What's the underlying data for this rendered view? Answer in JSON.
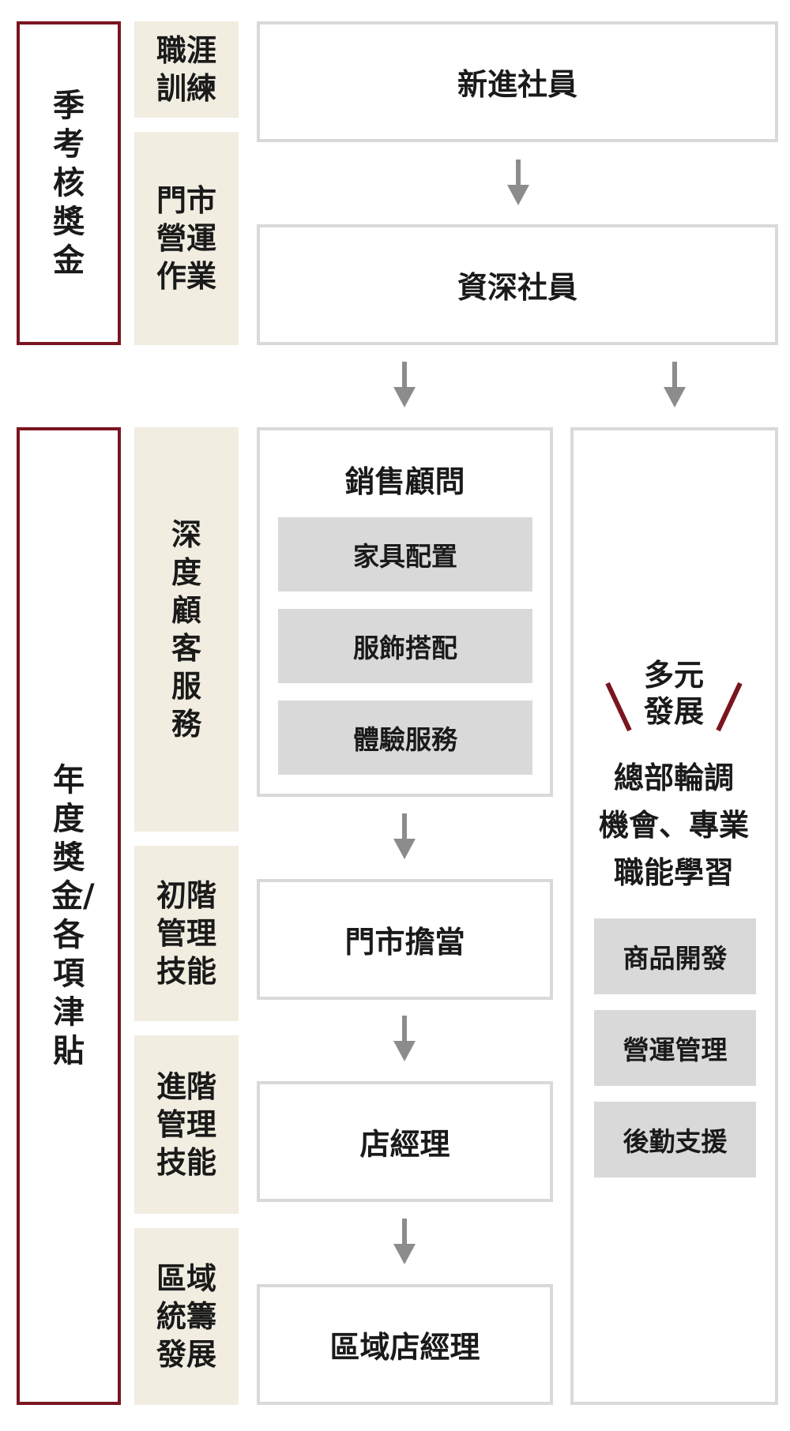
{
  "left_columns": {
    "quarterly": "季考核獎金",
    "annual": "年度獎金/各項津貼"
  },
  "stages": {
    "career_training": "職涯訓練",
    "store_ops": "門市營運作業",
    "deep_service": "深度顧客服務",
    "junior_mgmt": "初階管理技能",
    "senior_mgmt": "進階管理技能",
    "regional": "區域統籌發展"
  },
  "roles": {
    "new_staff": "新進社員",
    "senior_staff": "資深社員",
    "store_lead": "門市擔當",
    "store_manager": "店經理",
    "regional_manager": "區域店經理"
  },
  "sales_consultant": {
    "title": "銷售顧問",
    "items": [
      "家具配置",
      "服飾搭配",
      "體驗服務"
    ]
  },
  "diverse": {
    "title": "多元發展",
    "description_lines": [
      "總部輪調",
      "機會、專業",
      "職能學習"
    ],
    "items": [
      "商品開發",
      "營運管理",
      "後勤支援"
    ]
  },
  "colors": {
    "accent_red": "#7a1520",
    "beige": "#f2ede1",
    "gray_border": "#d9d9da",
    "arrow_gray": "#8c8c8c"
  }
}
